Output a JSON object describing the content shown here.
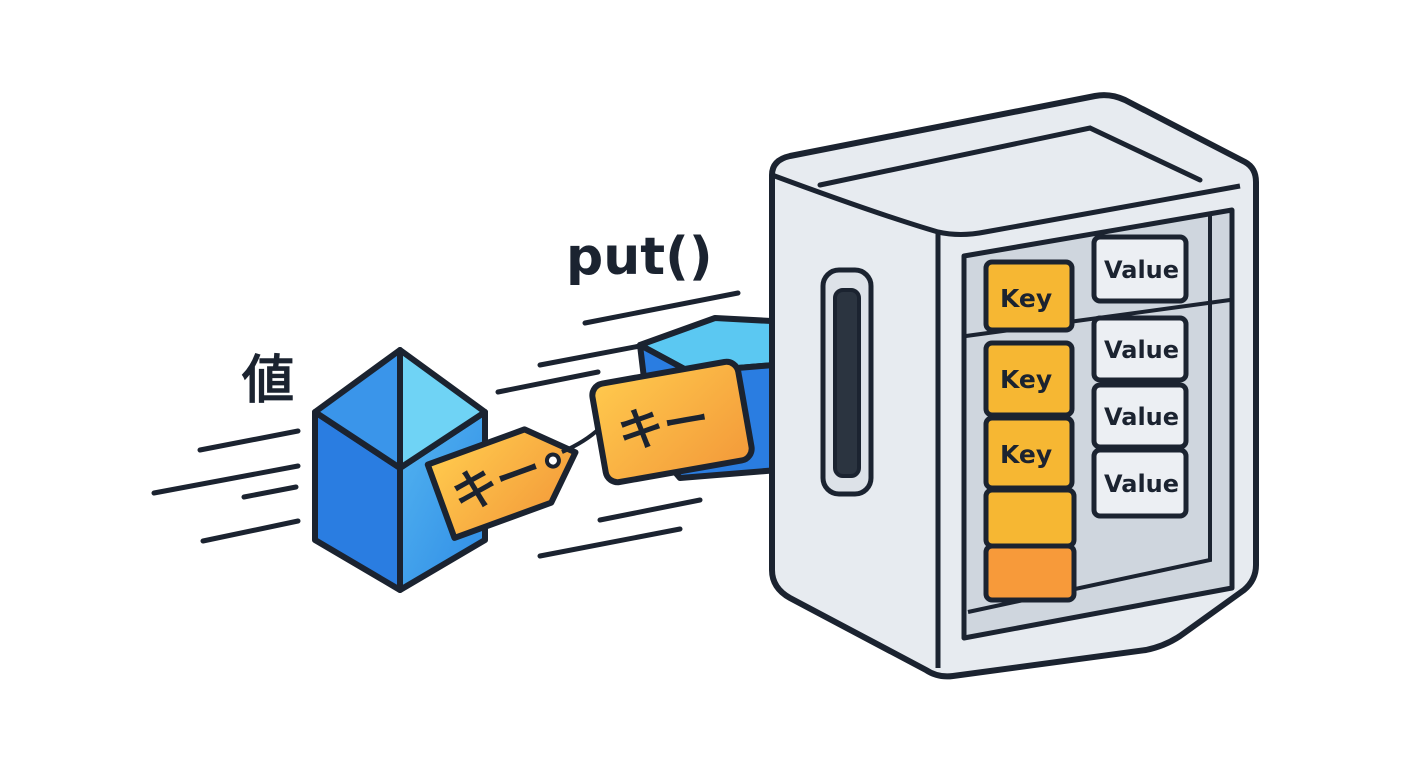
{
  "labels": {
    "method": "put()",
    "value": "値"
  },
  "tags": {
    "small": "キー",
    "large": "キー"
  },
  "storage": {
    "rows": [
      {
        "key": "Key",
        "value": "Value"
      },
      {
        "key": "Key",
        "value": "Value"
      },
      {
        "key": "Key",
        "value": "Value"
      },
      {
        "key": "",
        "value": "Value"
      },
      {
        "key": "",
        "value": ""
      }
    ]
  },
  "colors": {
    "ink": "#1b2330",
    "cube_front": "#2a7de1",
    "cube_side": "#48a8ee",
    "cube_top": "#6fd3f5",
    "tag_light": "#ffc84a",
    "tag_orange": "#f7a03c",
    "key_cell": "#f6b733",
    "value_cell": "#eceff3",
    "cabinet": "#e7ebf0",
    "inner_panel": "#cfd6de"
  }
}
